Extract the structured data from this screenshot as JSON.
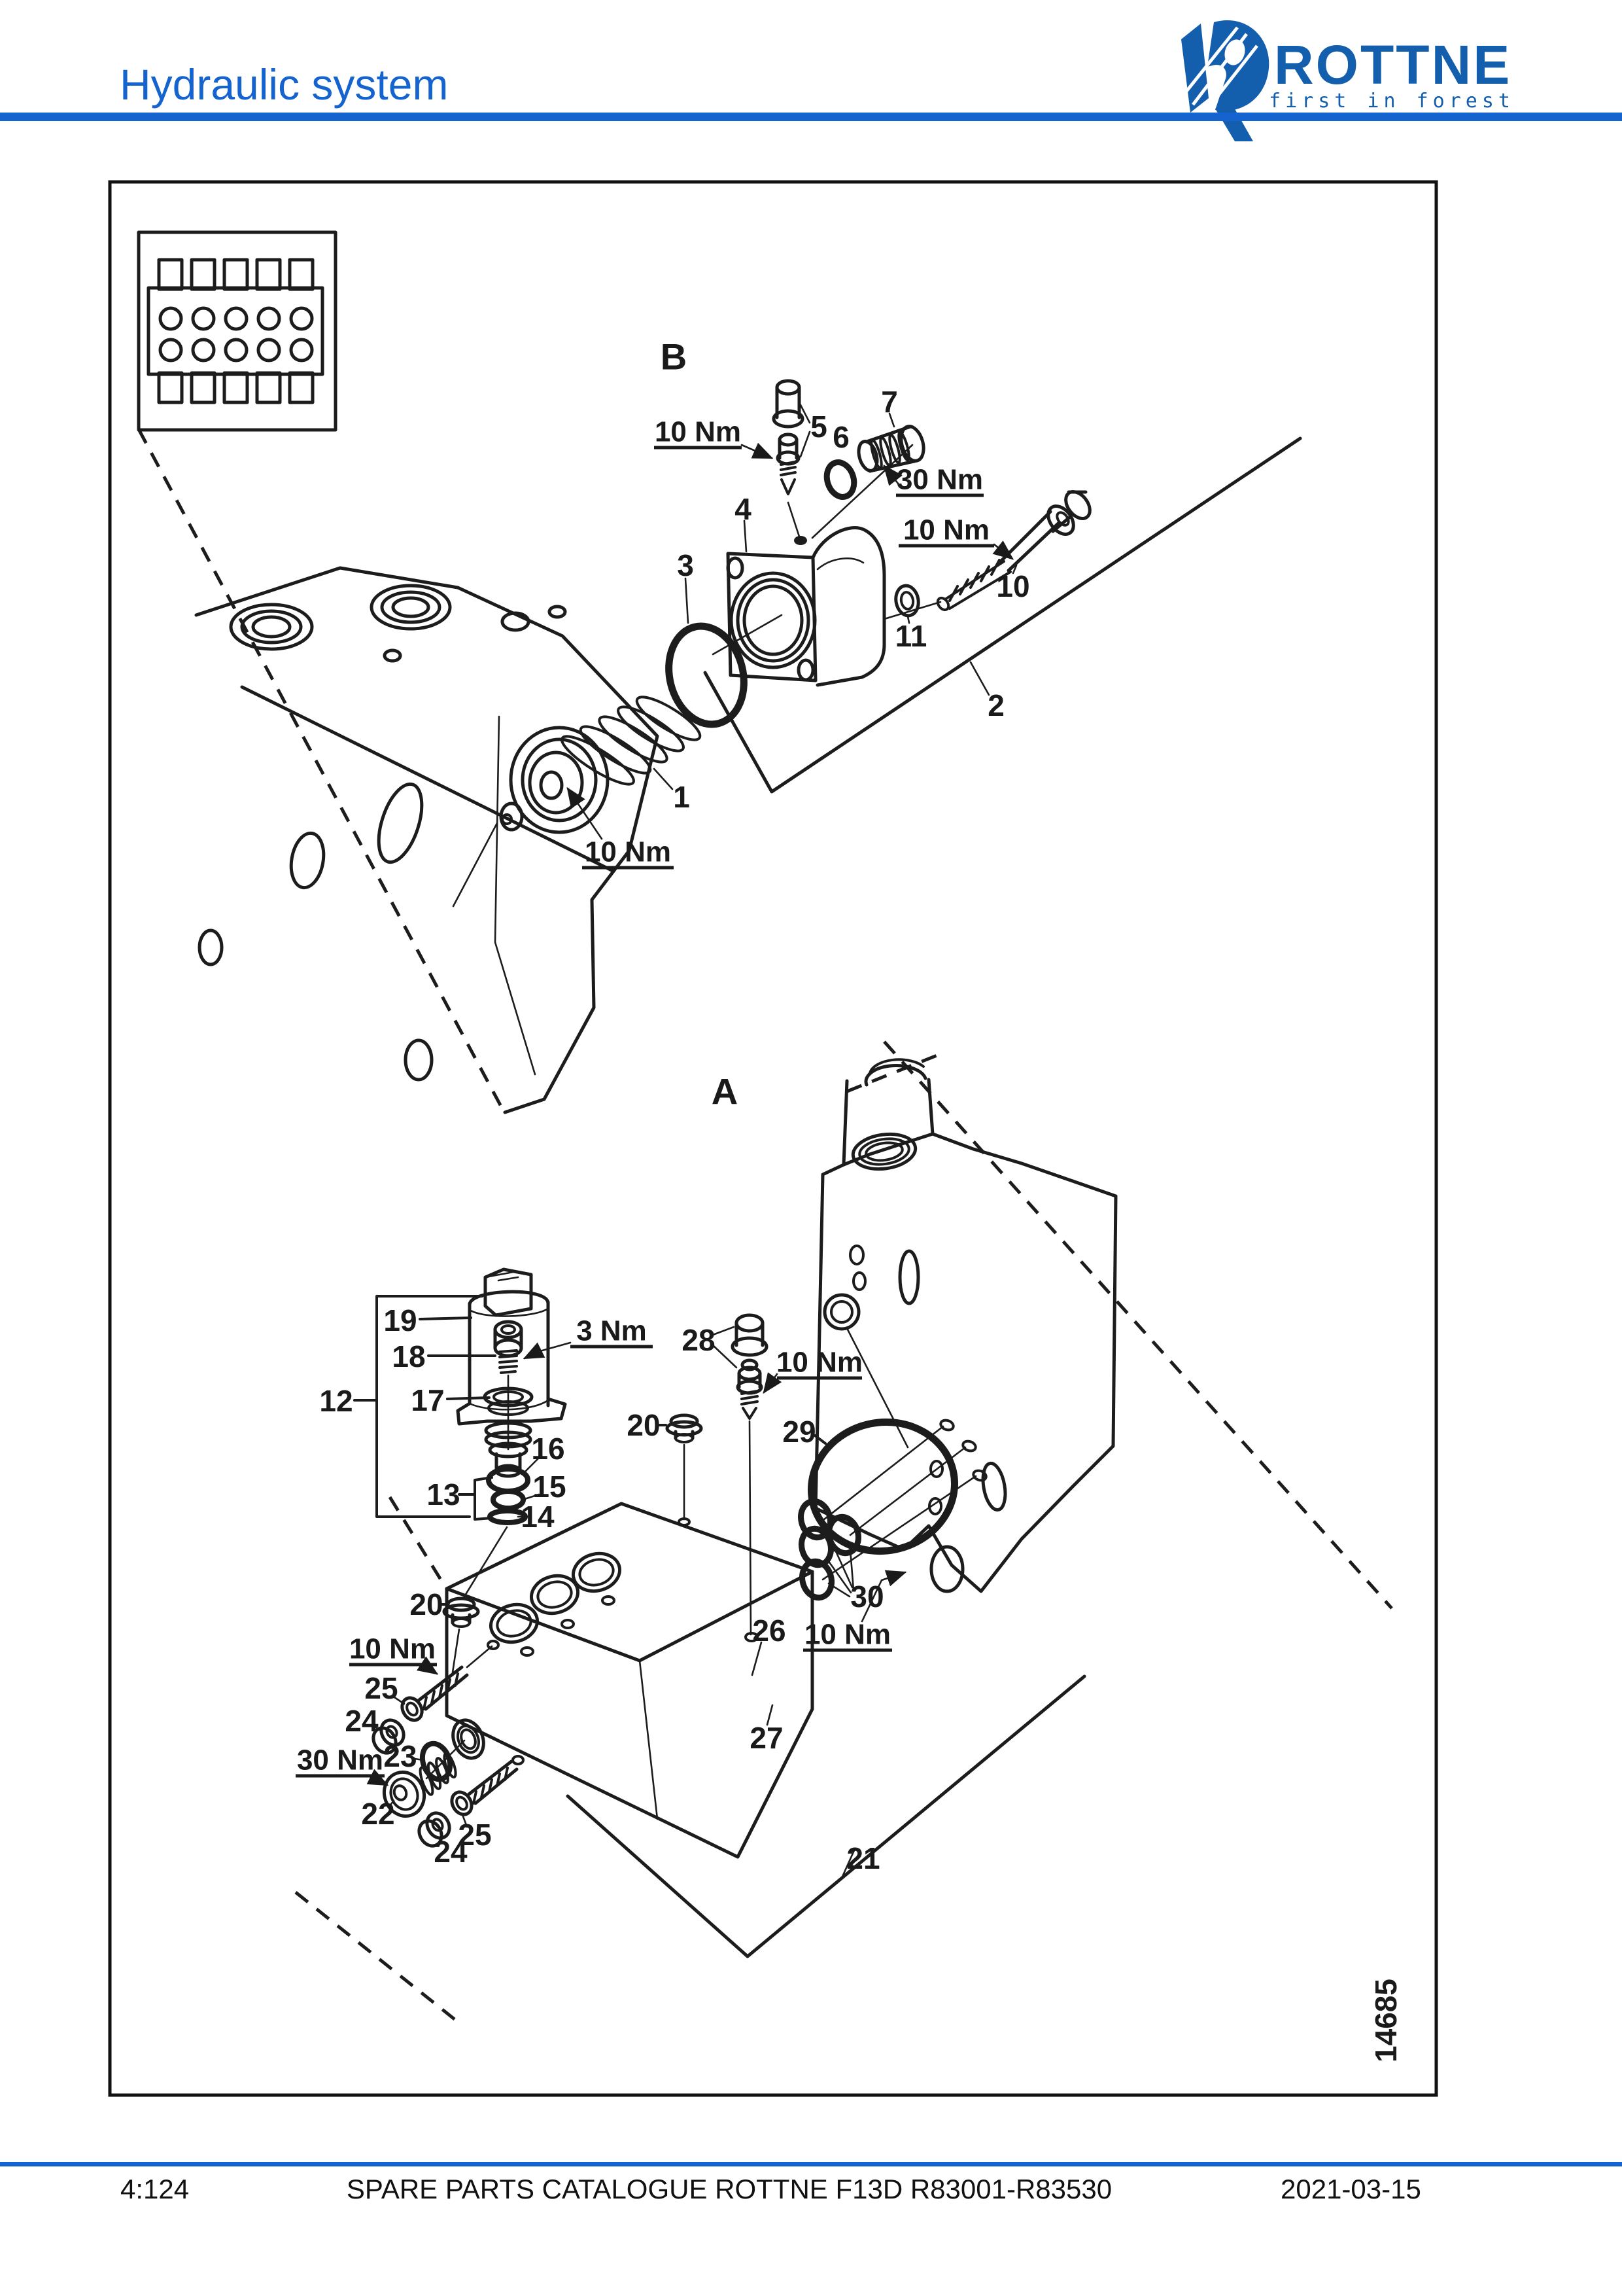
{
  "header": {
    "title": "Hydraulic system",
    "logo": {
      "brand": "ROTTNE",
      "tagline": "first in forest"
    }
  },
  "footer": {
    "page_number": "4:124",
    "center": "SPARE PARTS CATALOGUE ROTTNE F13D R83001-R83530",
    "date": "2021-03-15"
  },
  "colors": {
    "title_blue": "#1463cf",
    "brand_blue": "#135fae",
    "rule_blue": "#1463cf",
    "line_black": "#1c1c1c"
  },
  "diagram": {
    "figure_number": "14685",
    "section_labels": {
      "a": "A",
      "b": "B"
    },
    "torques": {
      "t3": "3 Nm",
      "t10": "10 Nm",
      "t30": "30 Nm"
    },
    "part_numbers": {
      "p1": "1",
      "p2": "2",
      "p3": "3",
      "p4": "4",
      "p5": "5",
      "p6": "6",
      "p7": "7",
      "p10": "10",
      "p11": "11",
      "p12": "12",
      "p13": "13",
      "p14": "14",
      "p15": "15",
      "p16": "16",
      "p17": "17",
      "p18": "18",
      "p19": "19",
      "p20": "20",
      "p21": "21",
      "p22": "22",
      "p23": "23",
      "p24": "24",
      "p25": "25",
      "p26": "26",
      "p27": "27",
      "p28": "28",
      "p29": "29",
      "p30": "30"
    }
  }
}
